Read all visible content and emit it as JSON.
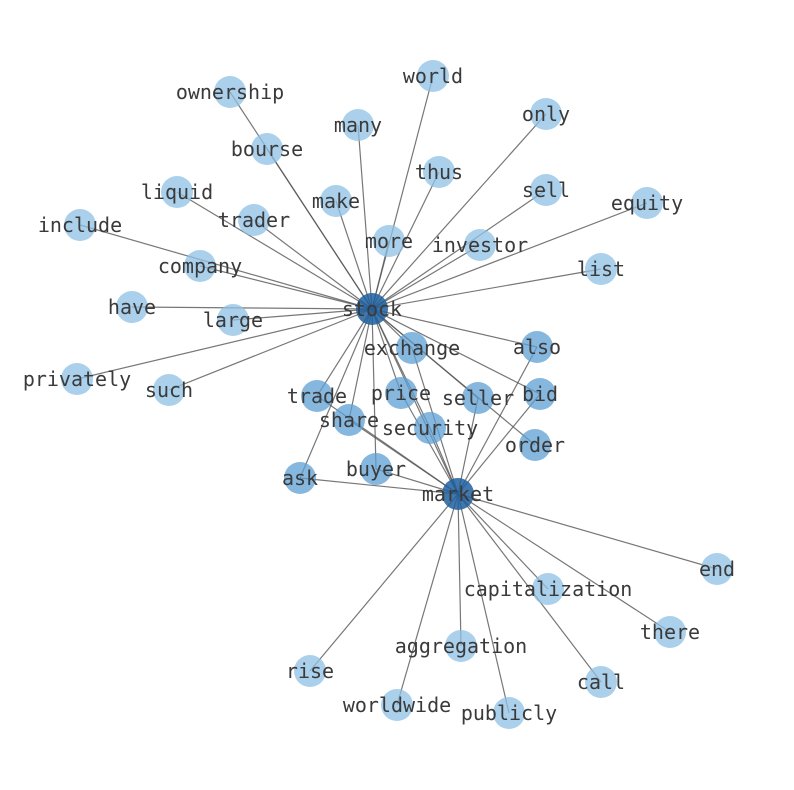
{
  "graph": {
    "colors": {
      "leaf_node": "#8ec0e4",
      "mid_node": "#5d9fd3",
      "hub_node": "#1f5f9e",
      "edge": "#555555",
      "label": "#3a3a3a"
    },
    "hubs": [
      "stock",
      "market"
    ],
    "nodes": [
      {
        "id": "stock",
        "label": "stock",
        "level": "hub"
      },
      {
        "id": "market",
        "label": "market",
        "level": "hub"
      },
      {
        "id": "world",
        "label": "world",
        "level": "leaf"
      },
      {
        "id": "ownership",
        "label": "ownership",
        "level": "leaf"
      },
      {
        "id": "only",
        "label": "only",
        "level": "leaf"
      },
      {
        "id": "many",
        "label": "many",
        "level": "leaf"
      },
      {
        "id": "bourse",
        "label": "bourse",
        "level": "leaf"
      },
      {
        "id": "thus",
        "label": "thus",
        "level": "leaf"
      },
      {
        "id": "liquid",
        "label": "liquid",
        "level": "leaf"
      },
      {
        "id": "sell",
        "label": "sell",
        "level": "leaf"
      },
      {
        "id": "make",
        "label": "make",
        "level": "leaf"
      },
      {
        "id": "equity",
        "label": "equity",
        "level": "leaf"
      },
      {
        "id": "trader",
        "label": "trader",
        "level": "leaf"
      },
      {
        "id": "include",
        "label": "include",
        "level": "leaf"
      },
      {
        "id": "more",
        "label": "more",
        "level": "leaf"
      },
      {
        "id": "investor",
        "label": "investor",
        "level": "leaf"
      },
      {
        "id": "company",
        "label": "company",
        "level": "leaf"
      },
      {
        "id": "list",
        "label": "list",
        "level": "leaf"
      },
      {
        "id": "have",
        "label": "have",
        "level": "leaf"
      },
      {
        "id": "large",
        "label": "large",
        "level": "leaf"
      },
      {
        "id": "exchange",
        "label": "exchange",
        "level": "mid"
      },
      {
        "id": "also",
        "label": "also",
        "level": "mid"
      },
      {
        "id": "privately",
        "label": "privately",
        "level": "leaf"
      },
      {
        "id": "such",
        "label": "such",
        "level": "leaf"
      },
      {
        "id": "trade",
        "label": "trade",
        "level": "mid"
      },
      {
        "id": "price",
        "label": "price",
        "level": "mid"
      },
      {
        "id": "seller",
        "label": "seller",
        "level": "mid"
      },
      {
        "id": "bid",
        "label": "bid",
        "level": "mid"
      },
      {
        "id": "share",
        "label": "share",
        "level": "mid"
      },
      {
        "id": "security",
        "label": "security",
        "level": "mid"
      },
      {
        "id": "order",
        "label": "order",
        "level": "mid"
      },
      {
        "id": "buyer",
        "label": "buyer",
        "level": "mid"
      },
      {
        "id": "ask",
        "label": "ask",
        "level": "mid"
      },
      {
        "id": "end",
        "label": "end",
        "level": "leaf"
      },
      {
        "id": "capitalization",
        "label": "capitalization",
        "level": "leaf"
      },
      {
        "id": "there",
        "label": "there",
        "level": "leaf"
      },
      {
        "id": "aggregation",
        "label": "aggregation",
        "level": "leaf"
      },
      {
        "id": "call",
        "label": "call",
        "level": "leaf"
      },
      {
        "id": "rise",
        "label": "rise",
        "level": "leaf"
      },
      {
        "id": "worldwide",
        "label": "worldwide",
        "level": "leaf"
      },
      {
        "id": "publicly",
        "label": "publicly",
        "level": "leaf"
      }
    ],
    "edges": [
      [
        "stock",
        "world"
      ],
      [
        "stock",
        "ownership"
      ],
      [
        "stock",
        "only"
      ],
      [
        "stock",
        "many"
      ],
      [
        "stock",
        "bourse"
      ],
      [
        "stock",
        "thus"
      ],
      [
        "stock",
        "liquid"
      ],
      [
        "stock",
        "sell"
      ],
      [
        "stock",
        "make"
      ],
      [
        "stock",
        "equity"
      ],
      [
        "stock",
        "trader"
      ],
      [
        "stock",
        "include"
      ],
      [
        "stock",
        "more"
      ],
      [
        "stock",
        "investor"
      ],
      [
        "stock",
        "company"
      ],
      [
        "stock",
        "list"
      ],
      [
        "stock",
        "have"
      ],
      [
        "stock",
        "large"
      ],
      [
        "stock",
        "exchange"
      ],
      [
        "stock",
        "also"
      ],
      [
        "stock",
        "privately"
      ],
      [
        "stock",
        "such"
      ],
      [
        "stock",
        "trade"
      ],
      [
        "stock",
        "price"
      ],
      [
        "stock",
        "seller"
      ],
      [
        "stock",
        "bid"
      ],
      [
        "stock",
        "share"
      ],
      [
        "stock",
        "security"
      ],
      [
        "stock",
        "order"
      ],
      [
        "stock",
        "buyer"
      ],
      [
        "stock",
        "ask"
      ],
      [
        "stock",
        "market"
      ],
      [
        "market",
        "exchange"
      ],
      [
        "market",
        "also"
      ],
      [
        "market",
        "trade"
      ],
      [
        "market",
        "price"
      ],
      [
        "market",
        "seller"
      ],
      [
        "market",
        "bid"
      ],
      [
        "market",
        "share"
      ],
      [
        "market",
        "security"
      ],
      [
        "market",
        "buyer"
      ],
      [
        "market",
        "ask"
      ],
      [
        "market",
        "end"
      ],
      [
        "market",
        "capitalization"
      ],
      [
        "market",
        "there"
      ],
      [
        "market",
        "aggregation"
      ],
      [
        "market",
        "call"
      ],
      [
        "market",
        "rise"
      ],
      [
        "market",
        "worldwide"
      ],
      [
        "market",
        "publicly"
      ]
    ]
  }
}
